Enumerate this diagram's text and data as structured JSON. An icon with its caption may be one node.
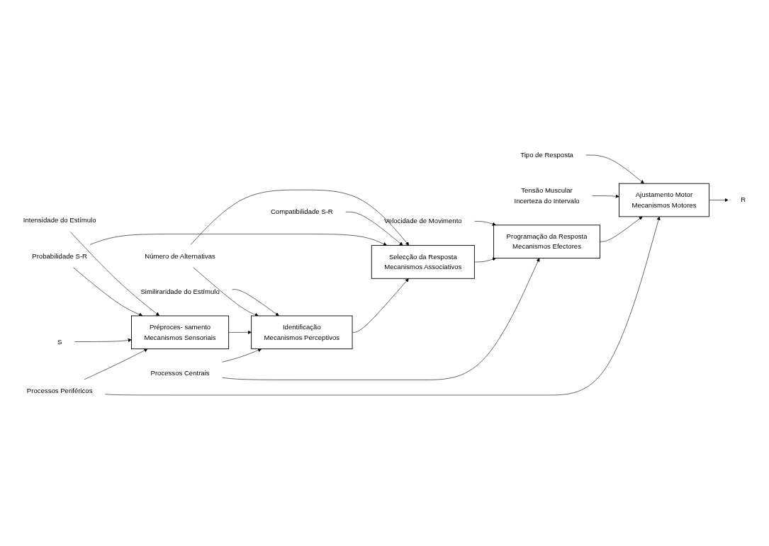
{
  "diagram": {
    "nodes": [
      {
        "text": [
          "Intensidade do Estímulo"
        ]
      },
      {
        "text": [
          "Número de Alternativas"
        ]
      },
      {
        "text": [
          "Similiraridade do Estímulo"
        ]
      },
      {
        "text": [
          "Compatibilidade S-R"
        ]
      },
      {
        "text": [
          "Velocidade de Movimento"
        ]
      },
      {
        "text": [
          "Tipo de Resposta"
        ]
      },
      {
        "text": [
          "Probabilidade S-R"
        ]
      },
      {
        "text": [
          "Tensão Muscular",
          "Incerteza do Intervalo"
        ]
      },
      {
        "text": [
          "S"
        ]
      },
      {
        "text": [
          "Préproces- samento",
          "Mecanismos Sensoriais"
        ]
      },
      {
        "text": [
          "Identificação",
          "Mecanismos Perceptivos"
        ]
      },
      {
        "text": [
          "Selecção da Resposta",
          "Mecanismos Associativos"
        ]
      },
      {
        "text": [
          "Programação da Resposta",
          "Mecanismos Efectores"
        ]
      },
      {
        "text": [
          "Ajustamento Motor",
          "Mecanismos Motores"
        ]
      },
      {
        "text": [
          "R"
        ]
      },
      {
        "text": [
          "Processos Centrais"
        ]
      },
      {
        "text": [
          "Processos Periféricos"
        ]
      }
    ],
    "edges": [
      {
        "from": 0,
        "to": 9,
        "arrow": "to"
      },
      {
        "from": 6,
        "to": 9,
        "arrow": "to"
      },
      {
        "from": 2,
        "to": 10,
        "arrow": "to"
      },
      {
        "from": 1,
        "to": 10,
        "arrow": "to"
      },
      {
        "from": 1,
        "to": 11,
        "arrow": "to"
      },
      {
        "from": 3,
        "to": 11,
        "arrow": "to"
      },
      {
        "from": 6,
        "to": 11,
        "arrow": "to"
      },
      {
        "from": 4,
        "to": 12,
        "arrow": "to"
      },
      {
        "from": 5,
        "to": 13,
        "arrow": "to"
      },
      {
        "from": 7,
        "to": 13,
        "arrow": "to"
      },
      {
        "from": 8,
        "to": 9,
        "arrow": "to"
      },
      {
        "from": 9,
        "to": 10,
        "arrow": "to"
      },
      {
        "from": 10,
        "to": 11,
        "arrow": "to"
      },
      {
        "from": 11,
        "to": 12,
        "arrow": "to"
      },
      {
        "from": 12,
        "to": 13,
        "arrow": "to"
      },
      {
        "from": 13,
        "to": 14,
        "arrow": "to"
      },
      {
        "from": 15,
        "to": 10,
        "arrow": "to"
      },
      {
        "from": 15,
        "to": 12,
        "arrow": "to"
      },
      {
        "from": 16,
        "to": 9,
        "arrow": "to"
      },
      {
        "from": 16,
        "to": 13,
        "arrow": "to"
      }
    ]
  }
}
